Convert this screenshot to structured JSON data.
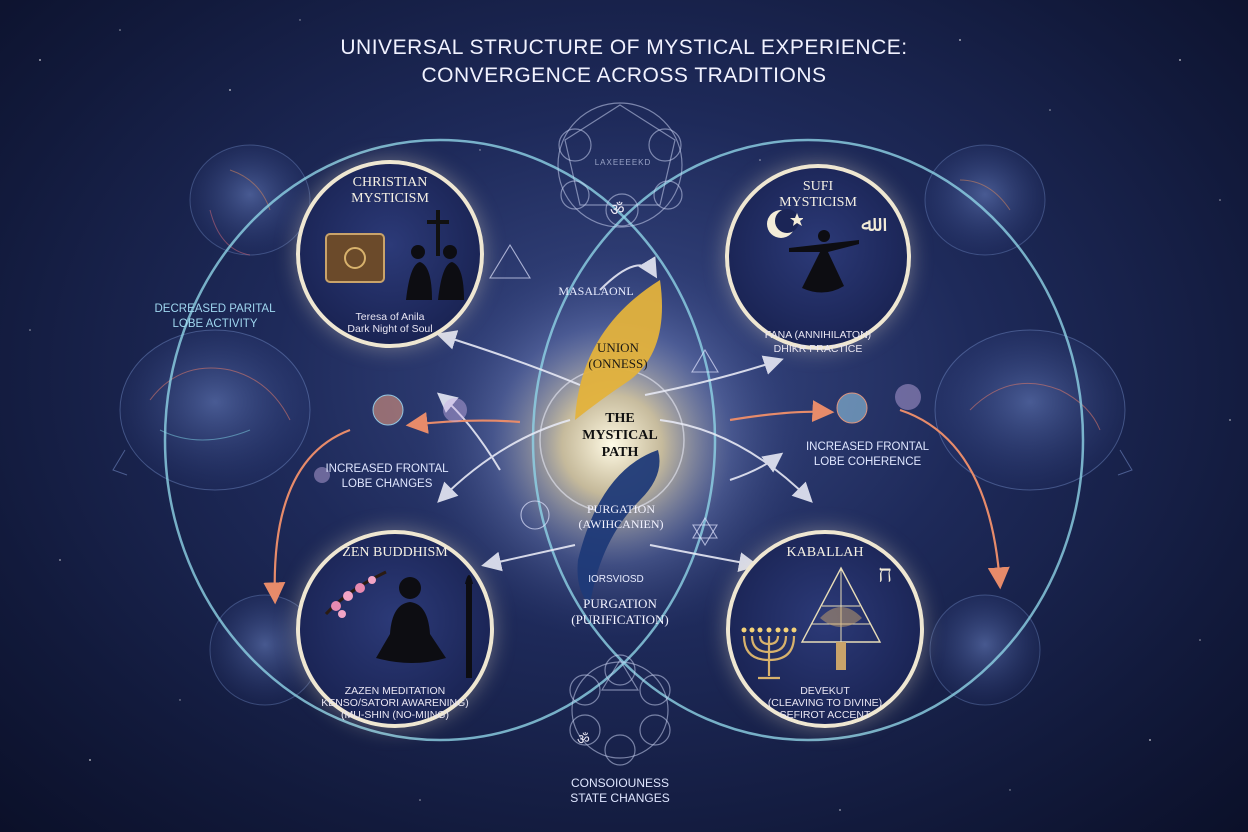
{
  "title": {
    "line1": "UNIVERSAL STRUCTURE OF MYSTICAL EXPERIENCE:",
    "line2": "CONVERGENCE ACROSS TRADITIONS"
  },
  "traditions": {
    "christian": {
      "title_l1": "CHRISTIAN",
      "title_l2": "MYSTICISM",
      "caption_l1": "Teresa of Anila",
      "caption_l2": "Dark Night of Soul"
    },
    "sufi": {
      "title_l1": "SUFI",
      "title_l2": "MYSTICISM",
      "caption_l1": "FANA (ANNIHILATON)",
      "caption_l2": "DHIKR PRACTICE"
    },
    "zen": {
      "title_l1": "ZEN BUDDHISM",
      "caption_l1": "ZAZEN MEDITATION",
      "caption_l2": "KENSO/SATORI AWARENING)",
      "caption_l3": "(MU-SHIN (NO-MIING)"
    },
    "kabbalah": {
      "title_l1": "KABALLAH",
      "caption_l1": "DEVEKUT",
      "caption_l2": "(CLEAVING TO DIVINE)",
      "caption_l3": "SEFIROT ACCENT",
      "letter": "ח"
    }
  },
  "center": {
    "top_label": "MASALAONL",
    "union_l1": "UNION",
    "union_l2": "(ONNESS)",
    "path_l1": "THE",
    "path_l2": "MYSTICAL",
    "path_l3": "PATH",
    "purg1_l1": "PURGATION",
    "purg1_l2": "(AWIHCANIEN)",
    "mid_label": "IORSVIOSD",
    "purg2_l1": "PURGATION",
    "purg2_l2": "(PURIFICATION)"
  },
  "brain_labels": {
    "left_top_l1": "DECREASED PARITAL",
    "left_top_l2": "LOBE ACTIVITY",
    "left_mid_l1": "INCREASED FRONTAL",
    "left_mid_l2": "LOBE CHANGES",
    "right_mid_l1": "INCREASED FRONTAL",
    "right_mid_l2": "LOBE COHERENCE",
    "bottom_l1": "CONSOIOUNESS",
    "bottom_l2": "STATE CHANGES"
  },
  "symbol_cluster_top": {
    "text": "LAXEEEEKD"
  },
  "colors": {
    "background": "#1e2a5a",
    "ring": "#efe7d2",
    "flow_arrow": "#e7e9f5",
    "cyan_orbit": "#8fd3e6",
    "orange_arrow": "#e78b6a",
    "gold": "#e3b23c",
    "navy_swoosh": "#1f3a78"
  },
  "icons": [
    "book-icon",
    "crucifix-icon",
    "praying-figures-icon",
    "crescent-star-icon",
    "whirling-dervish-icon",
    "calligraphy-icon",
    "cherry-blossom-icon",
    "meditating-figure-icon",
    "brush-icon",
    "menorah-icon",
    "tree-of-life-icon",
    "star-of-david-icon",
    "om-icon",
    "brain-head-icon"
  ]
}
